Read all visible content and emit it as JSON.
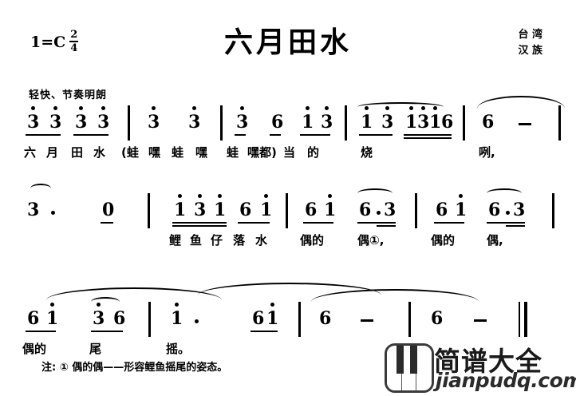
{
  "header": {
    "key_signature": "1=C",
    "meter_numerator": "2",
    "meter_denominator": "4",
    "title": "六月田水",
    "credit_line1": "台  湾",
    "credit_line2": "汉  族"
  },
  "tempo_mark": "轻快、节奏明朗",
  "footnote": "注: ① 偶的偶——形容鲤鱼摇尾的姿态。",
  "logo": {
    "icon": "piano-keys-icon",
    "name_cn": "简谱大全",
    "url": "jianpudq.com"
  },
  "score": {
    "systems": [
      {
        "id": "system-1",
        "measures": [
          {
            "notes": [
              "3",
              "3",
              "3",
              "3"
            ],
            "lyrics": [
              "六",
              "月",
              "田",
              "水"
            ]
          },
          {
            "notes": [
              "3",
              "3"
            ],
            "lyrics": [
              "(蛙",
              "嘿"
            ]
          },
          {
            "notes": [
              "3",
              "6",
              "1",
              "3"
            ],
            "lyrics": [
              "蛙",
              "嘿",
              "蛙",
              "嘿都)"
            ]
          },
          {
            "notes": [
              "1",
              "3",
              "1",
              "3",
              "1",
              "6"
            ],
            "lyrics": [
              "当的",
              "烧"
            ]
          },
          {
            "notes": [
              "6",
              "-"
            ],
            "lyrics": [
              "咧,"
            ]
          }
        ]
      },
      {
        "id": "system-2",
        "measures": [
          {
            "notes": [
              "3.",
              "0"
            ],
            "lyrics": []
          },
          {
            "notes": [
              "1",
              "3",
              "1",
              "6",
              "1"
            ],
            "lyrics": [
              "鲤",
              "鱼",
              "仔",
              "落",
              "水"
            ]
          },
          {
            "notes": [
              "6",
              "1",
              "6",
              "3"
            ],
            "lyrics": [
              "偶的",
              "偶①,"
            ]
          },
          {
            "notes": [
              "6",
              "1",
              "6",
              "3"
            ],
            "lyrics": [
              "偶的",
              "偶,"
            ]
          }
        ]
      },
      {
        "id": "system-3",
        "measures": [
          {
            "notes": [
              "6",
              "1",
              "3",
              "6"
            ],
            "lyrics": [
              "偶的",
              "尾"
            ]
          },
          {
            "notes": [
              "1.",
              "6",
              "1"
            ],
            "lyrics": [
              "摇。"
            ]
          },
          {
            "notes": [
              "6",
              "-"
            ],
            "lyrics": []
          },
          {
            "notes": [
              "6",
              "-"
            ],
            "lyrics": []
          }
        ]
      }
    ]
  },
  "notes_text": {
    "s1m1n1": "3",
    "s1m1n2": "3",
    "s1m1n3": "3",
    "s1m1n4": "3",
    "s1m2n1": "3",
    "s1m2n2": "3",
    "s1m3n1": "3",
    "s1m3n2": "6",
    "s1m3n3": "1",
    "s1m3n4": "3",
    "s1m4n1": "1",
    "s1m4n2": "3",
    "s1m4n3": "1",
    "s1m4n4": "3",
    "s1m4n5": "1",
    "s1m4n6": "6",
    "s1m5n1": "6",
    "s2m1n1": "3",
    "s2m1n2": "0",
    "s2m2n1": "1",
    "s2m2n2": "3",
    "s2m2n3": "1",
    "s2m2n4": "6",
    "s2m2n5": "1",
    "s2m3n1": "6",
    "s2m3n2": "1",
    "s2m3n3": "6",
    "s2m3n4": "3",
    "s2m4n1": "6",
    "s2m4n2": "1",
    "s2m4n3": "6",
    "s2m4n4": "3",
    "s3m1n1": "6",
    "s3m1n2": "1",
    "s3m1n3": "3",
    "s3m1n4": "6",
    "s3m2n1": "1",
    "s3m2n2": "6",
    "s3m2n3": "1",
    "s3m3n1": "6",
    "s3m4n1": "6"
  },
  "lyrics_text": {
    "l1a": "六",
    "l1b": "月",
    "l1c": "田",
    "l1d": "水",
    "l1e": "(蛙",
    "l1f": "嘿",
    "l1g": "蛙",
    "l1h": "嘿",
    "l1i": "蛙",
    "l1j": "嘿都)",
    "l1k": "当",
    "l1l": "的",
    "l1m": "烧",
    "l1n": "咧,",
    "l2a": "鲤",
    "l2b": "鱼",
    "l2c": "仔",
    "l2d": "落",
    "l2e": "水",
    "l2f": "偶的",
    "l2g": "偶①,",
    "l2h": "偶的",
    "l2i": "偶,",
    "l3a": "偶的",
    "l3b": "尾",
    "l3c": "摇。"
  }
}
